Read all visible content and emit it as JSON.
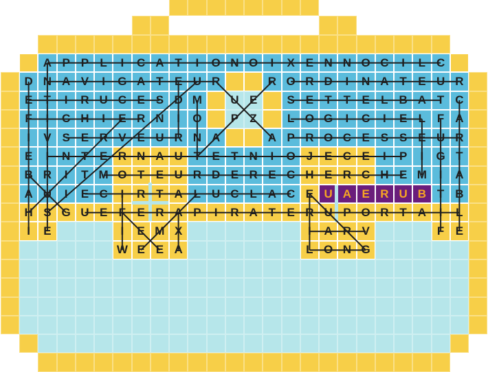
{
  "game": "word-search",
  "colors": {
    "yellow": "#f7cf48",
    "blue": "#5bbcdc",
    "light_blue": "#b6e6ea",
    "purple": "#6a1d7c",
    "highlight_letter": "#f6a623",
    "line": "#1f1f1f"
  },
  "grid": {
    "rows": {
      "3": "  APPLICATIONOIXENNOCILC  ",
      "4": " DNAVIGATEUR  RORDINATEUR ",
      "5": " ETIRUCESDM UE SETTELBATC ",
      "6": " FICHIERNIO PZ LOGICIELFA ",
      "7": " IVSERVEURNA  APROCESSEUR ",
      "8": " EINTERNAUTETNIOJECEIPIGT ",
      "9": " BRITMOTEURDERECHERCHEMIA ",
      "10": " AUIECIRTALUCLACEUAERUBTB ",
      "11": " HSGUEFERAPIRATERUPORTAIL ",
      "12": " IE   IEMX      IARV   FE ",
      "13": "      WEEA      LONG      "
    },
    "highlighted_word": "UAERUB"
  }
}
